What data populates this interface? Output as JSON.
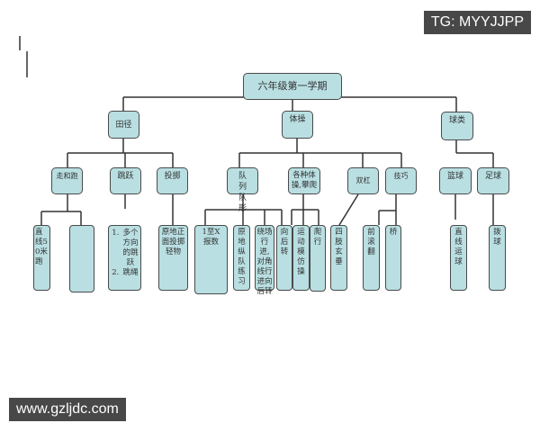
{
  "root": "六年级第一学期",
  "categories": [
    {
      "label": "田径",
      "children": [
        {
          "label": "走和跑",
          "items": [
            "直线50米跑",
            ""
          ]
        },
        {
          "label": "跳跃",
          "items": [
            [
              "多个方向的跳跃",
              "跳绳"
            ]
          ]
        },
        {
          "label": "投掷",
          "items": [
            "原地正面投掷轻物"
          ]
        }
      ]
    },
    {
      "label": "体操",
      "children": [
        {
          "label": "队列队形",
          "items": [
            "1至X报数",
            "原地纵队练习",
            "绕场行进,对角线行进向后转",
            "向后转"
          ]
        },
        {
          "label": "各种体操,攀爬",
          "items": [
            "运动模仿操",
            "爬行"
          ]
        },
        {
          "label": "双杠",
          "items": [
            "四肢玄垂"
          ]
        },
        {
          "label": "技巧",
          "items": [
            "前滚翻",
            "桥"
          ]
        }
      ]
    },
    {
      "label": "球类",
      "children": [
        {
          "label": "篮球",
          "items": [
            "直线运球"
          ]
        },
        {
          "label": "足球",
          "items": [
            "拨球"
          ]
        }
      ]
    }
  ],
  "watermarks": {
    "top": "TG: MYYJJPP",
    "bottom": "www.gzljdc.com"
  },
  "colors": {
    "box_fill": "#b9dfe2",
    "box_border": "#4a4a4a"
  }
}
